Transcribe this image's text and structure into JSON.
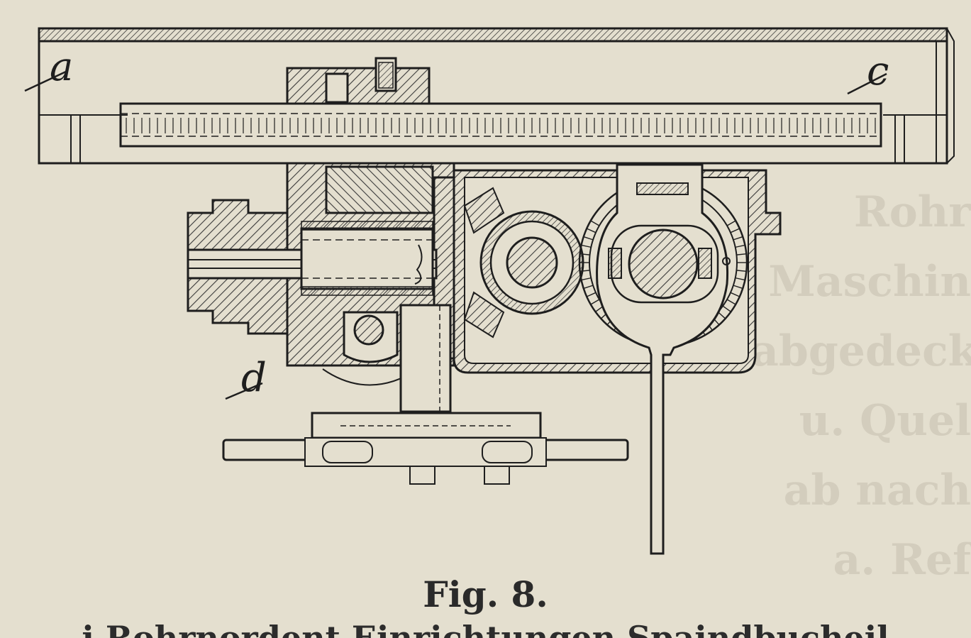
{
  "figure": {
    "caption": "Fig. 8.",
    "labels": {
      "a": "a",
      "c": "c",
      "d": "d"
    },
    "bottom_text": "i Rohrnordent Einrichtungen Spaindbucheil",
    "bleed_through_lines": [
      "Rohr",
      "Maschin",
      "abgedeck",
      "u. Quel",
      "ab nach",
      "a. Ref"
    ]
  },
  "colors": {
    "paper": "#e4dfcf",
    "ink": "#1e1e1e",
    "hatch": "#3a3a3a",
    "ghost": "#d3cdbd"
  }
}
